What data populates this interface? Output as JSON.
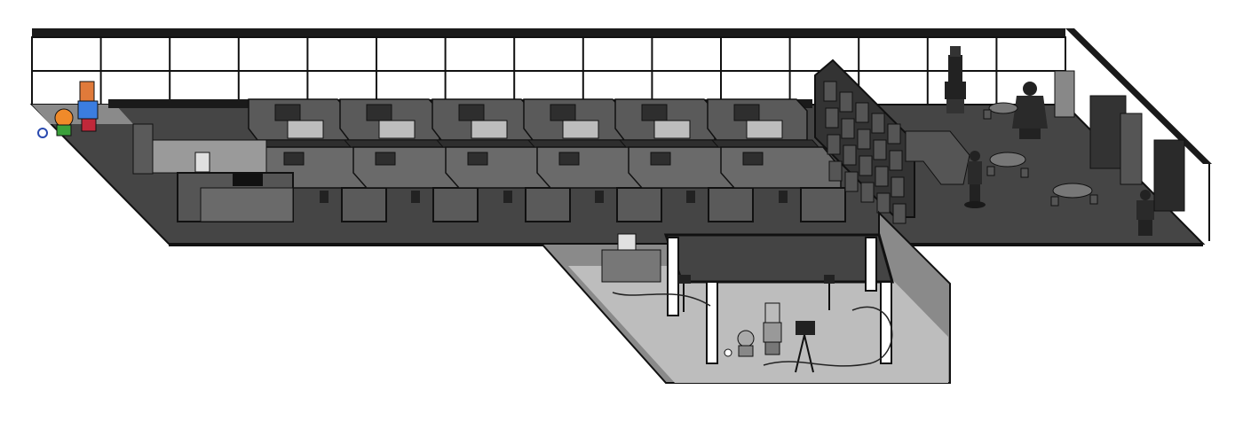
{
  "scene": {
    "kind": "isometric office floor plan illustration",
    "colors": {
      "floor_main": "#454545",
      "floor_studio": "#8a8a8a",
      "floor_studio_light": "#bdbdbd",
      "wall_dark": "#1a1a1a",
      "window_bg": "#ffffff",
      "desk": "#606060",
      "desk_dark": "#2e2e2e",
      "ink": "#111111",
      "character_skin": "#e07a3a",
      "character_shirt": "#3b7de0",
      "character_pants": "#c0283a",
      "kid_body": "#f08a2a",
      "kid_pants": "#3aa03a"
    },
    "icons": [
      "soccer-ball-icon",
      "robot-statue-icon",
      "samurai-statue-icon",
      "camera-tripod-icon",
      "monitor-icon",
      "chair-icon",
      "lamp-icon"
    ],
    "zones": [
      "window-wall",
      "desk-rows",
      "meeting-wall",
      "lounge",
      "arcade-corner",
      "video-studio"
    ]
  }
}
